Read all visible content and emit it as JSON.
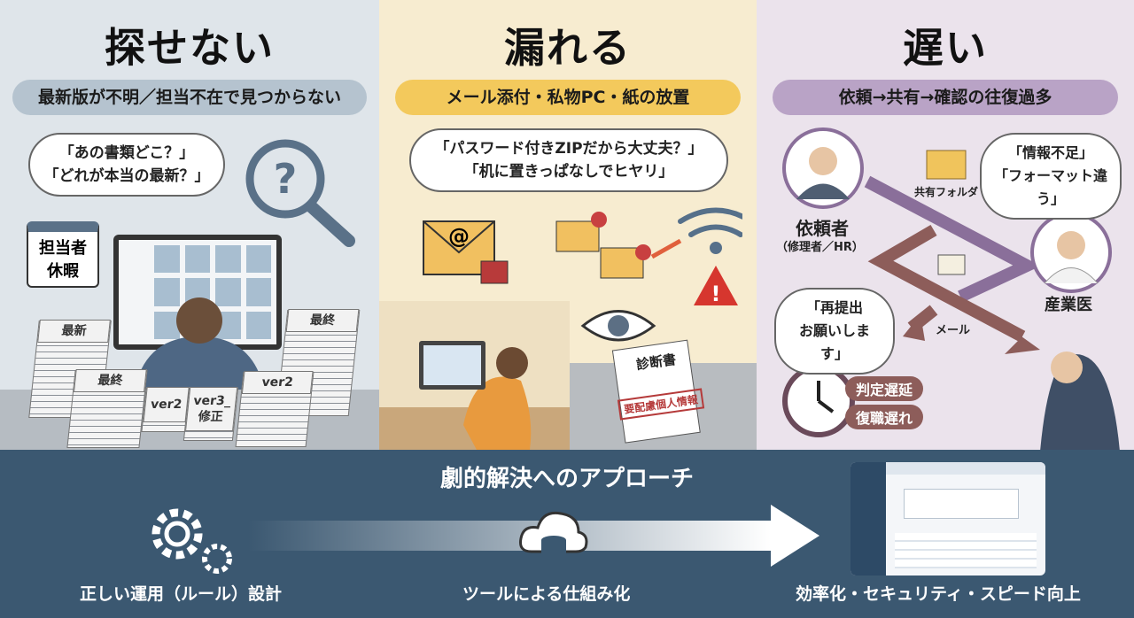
{
  "panels": [
    {
      "title": "探せない",
      "subtitle": "最新版が不明／担当不在で見つからない",
      "bubble": [
        "「あの書類どこ？」",
        "「どれが本当の最新？」"
      ],
      "calendar": [
        "担当者",
        "休暇"
      ],
      "stacks": [
        "最新",
        "最終",
        "最終",
        "ver2",
        "ver2",
        "ver3_修正"
      ]
    },
    {
      "title": "漏れる",
      "subtitle": "メール添付・私物PC・紙の放置",
      "bubble": [
        "「パスワード付きZIPだから大丈夫？」",
        "「机に置きっぱなしでヒヤリ」"
      ],
      "doc_title": "診断書",
      "stamp": "要配慮個人情報"
    },
    {
      "title": "遅い",
      "subtitle": "依頼→共有→確認の往復過多",
      "bubble_right": [
        "「情報不足」",
        "「フォーマット違う」"
      ],
      "bubble_left": [
        "「再提出",
        "お願いします」"
      ],
      "requester": "依頼者",
      "requester_sub": "（修理者／HR）",
      "doctor": "産業医",
      "folder": "共有フォルダ",
      "mail": "メール",
      "tags": [
        "判定遅延",
        "復職遅れ"
      ]
    }
  ],
  "bottom": {
    "title": "劇的解決へのアプローチ",
    "steps": [
      "正しい運用（ルール）設計",
      "ツールによる仕組み化",
      "効率化・セキュリティ・スピード向上"
    ]
  }
}
